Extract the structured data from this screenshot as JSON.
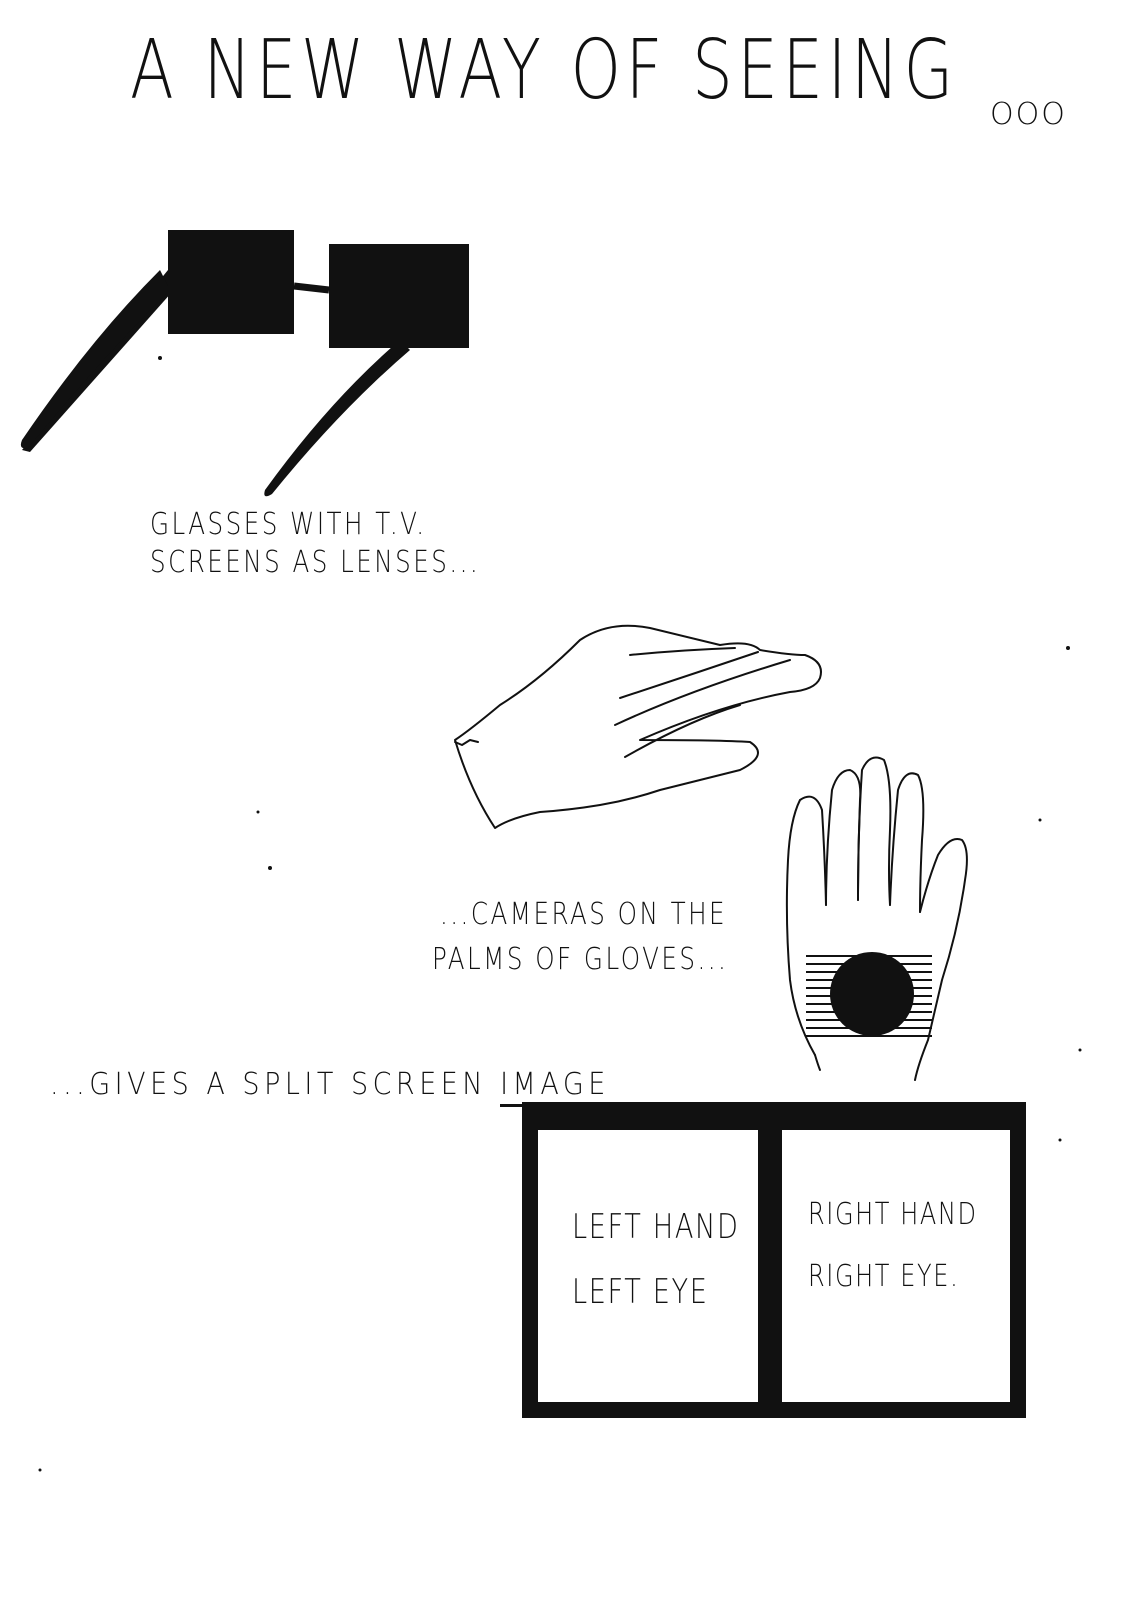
{
  "title": {
    "text": "A New Way Of Seeing",
    "ellipsis": "ooo"
  },
  "captions": {
    "glasses_line1": "Glasses with T.V.",
    "glasses_line2": "Screens as lenses...",
    "cameras_line1": "...Cameras on the",
    "cameras_line2": "Palms of gloves...",
    "split_prefix": "...Gives a split screen",
    "split_word": "Image"
  },
  "screen": {
    "left_line1": "Left hand",
    "left_line2": "Left eye",
    "right_line1": "Right hand",
    "right_line2": "Right eye."
  },
  "colors": {
    "ink": "#111111",
    "paper": "#ffffff"
  },
  "icons": {
    "glasses": "tv-glasses-icon",
    "hand_back": "glove-hand-icon",
    "hand_palm": "palm-camera-icon",
    "split_screen": "split-screen-icon"
  }
}
